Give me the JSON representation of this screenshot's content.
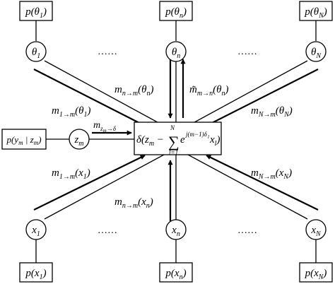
{
  "colors": {
    "stroke": "#000000",
    "background": "#ffffff"
  },
  "nodes": {
    "p_theta_1": "p(θ₁)",
    "p_theta_n": "p(θₙ)",
    "p_theta_N": "p(θ_N)",
    "theta_1": "θ₁",
    "theta_n": "θₙ",
    "theta_N": "θ_N",
    "p_y_given_z": "p(yₘ | zₘ)",
    "z_m": "zₘ",
    "delta_factor": "δ(zₘ − Σ_{l=1}^{N} e^{j(m−1)δ_l} x_l)",
    "x_1": "x₁",
    "x_n": "xₙ",
    "x_N": "x_N",
    "p_x_1": "p(x₁)",
    "p_x_n": "p(xₙ)",
    "p_x_N": "p(x_N)"
  },
  "ellipses": {
    "top_left": "……",
    "top_right": "……",
    "bottom_left": "……",
    "bottom_right": "……"
  },
  "messages": {
    "m_n_theta": "mₙ→ₘ(θₙ)",
    "mt_m_theta": "m̃ₘ→ₙ(θₙ)",
    "m_1_theta": "m₁→ₘ(θ₁)",
    "m_N_theta": "m_N→ₘ(θ_N)",
    "m_z_delta": "m_{zₘ→δ}",
    "m_1_x": "m₁→ₘ(x₁)",
    "m_N_x": "m_N→ₘ(x_N)",
    "m_n_x": "mₙ→ₘ(xₙ)"
  }
}
